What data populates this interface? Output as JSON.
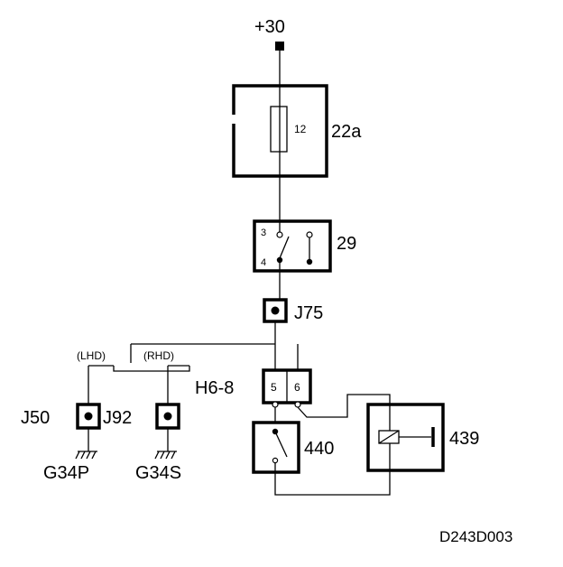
{
  "labels": {
    "supply": "+30",
    "fuse_box": "22a",
    "fuse_number": "12",
    "relay_29": "29",
    "relay_29_pin_top": "3",
    "relay_29_pin_bottom": "4",
    "connector_j75": "J75",
    "lhd": "(LHD)",
    "rhd": "(RHD)",
    "connector_h68": "H6-8",
    "pin_5": "5",
    "pin_6": "6",
    "connector_j50": "J50",
    "connector_j92": "J92",
    "ground_g34p": "G34P",
    "ground_g34s": "G34S",
    "switch_440": "440",
    "solenoid_439": "439",
    "diagram_id": "D243D003"
  },
  "colors": {
    "line": "#000000",
    "background": "#ffffff"
  }
}
